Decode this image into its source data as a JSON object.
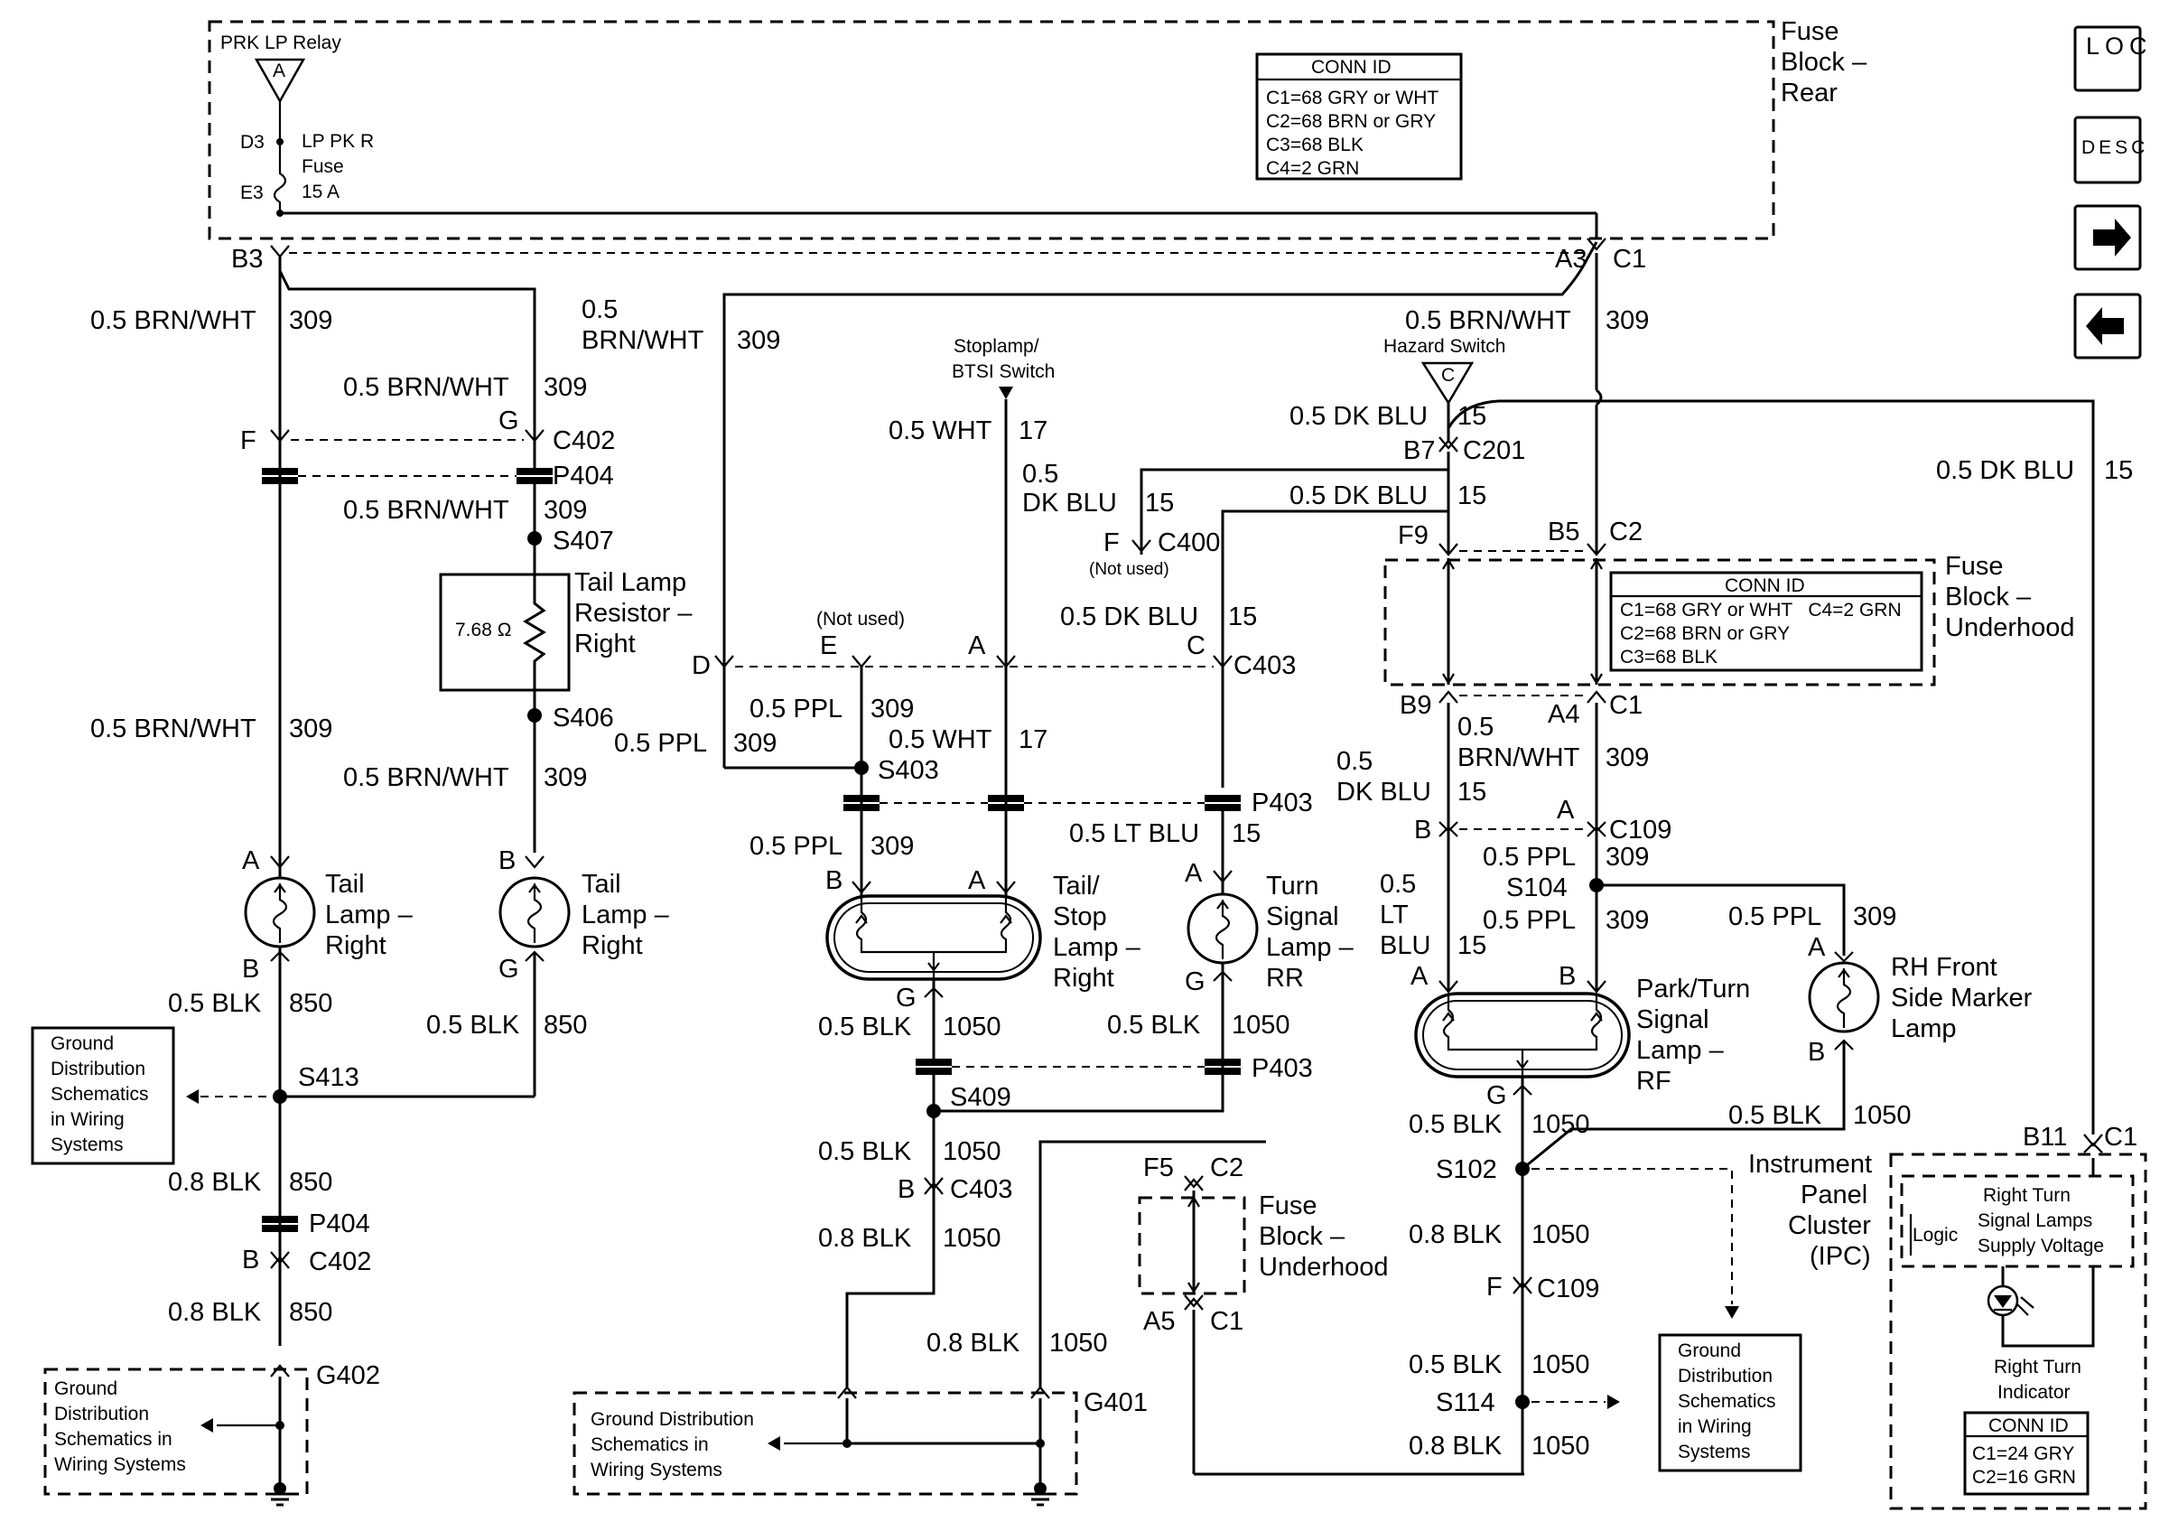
{
  "fuse_block_rear": {
    "name": [
      "Fuse",
      "Block –",
      "Rear"
    ],
    "relay": "PRK LP Relay",
    "relay_tag": "A",
    "fuse_name": [
      "LP PK R",
      "Fuse",
      "15 A"
    ],
    "fuse_pin_in": "D3",
    "fuse_pin_out": "E3",
    "conn_id_title": "CONN ID",
    "conn_id": [
      "C1=68 GRY or WHT",
      "C2=68 BRN or GRY",
      "C3=68 BLK",
      "C4=2 GRN"
    ]
  },
  "nav_icons": {
    "loc": "LOC",
    "desc": "DESC"
  },
  "fuse_block_underhood": {
    "name": [
      "Fuse",
      "Block –",
      "Underhood"
    ],
    "conn_id_title": "CONN ID",
    "conn_id": [
      "C1=68 GRY or WHT   C4=2 GRN",
      "C2=68 BRN or GRY",
      "C3=68 BLK"
    ]
  },
  "fuse_block_underhood_small": {
    "name": [
      "Fuse",
      "Block –",
      "Underhood"
    ],
    "pin_top": "F5",
    "conn_top": "C2",
    "pin_bottom": "A5",
    "conn_bottom": "C1"
  },
  "pins": {
    "b3": "B3",
    "a3": "A3",
    "c1": "C1",
    "f": "F",
    "g": "G",
    "c402": "C402",
    "p404": "P404",
    "s407": "S407",
    "s406": "S406",
    "tail_r1_a": "A",
    "tail_r1_b": "B",
    "tail_r2_b": "B",
    "tail_r2_g": "G",
    "s413": "S413",
    "p404_low": "P404",
    "b_c402": "B",
    "c402_low": "C402",
    "g402": "G402",
    "d": "D",
    "e": "E",
    "a_c403": "A",
    "c_c403": "C",
    "c403": "C403",
    "not_used_e": "(Not used)",
    "s403": "S403",
    "p403_top": "P403",
    "b_tail_stop": "B",
    "a_tail_stop": "A",
    "g_tail_stop": "G",
    "a_turn": "A",
    "g_turn": "G",
    "p403_low": "P403",
    "s409": "S409",
    "b_c403_low": "B",
    "c403_low": "C403",
    "g401": "G401",
    "f_c400": "F",
    "c400": "C400",
    "not_used_f": "(Not used)",
    "hazard_tag": "C",
    "b7": "B7",
    "c201": "C201",
    "f9": "F9",
    "b5": "B5",
    "c2": "C2",
    "b9": "B9",
    "a4": "A4",
    "c1_uh": "C1",
    "b_c109": "B",
    "a_c109": "A",
    "c109": "C109",
    "s104": "S104",
    "a_park": "A",
    "b_park": "B",
    "g_park": "G",
    "a_marker": "A",
    "b_marker": "B",
    "s102": "S102",
    "f_c109": "F",
    "c109_low": "C109",
    "s114": "S114",
    "b11": "B11",
    "c1_ipc": "C1"
  },
  "switches": {
    "stoplamp": [
      "Stoplamp/",
      "BTSI Switch"
    ],
    "hazard": "Hazard Switch"
  },
  "wires": {
    "w_brnwht_309_a": [
      "0.5 BRN/WHT",
      "309"
    ],
    "w_brnwht_309_b": [
      "0.5 BRN/WHT",
      "309"
    ],
    "w_brnwht_309_c": [
      "0.5 BRN/WHT",
      "309"
    ],
    "w_brnwht_309_d": [
      "0.5 BRN/WHT",
      "309"
    ],
    "w_brnwht_309_e": [
      "0.5 BRN/WHT",
      "309"
    ],
    "w_brnwht_309_f": [
      "0.5",
      "BRN/WHT",
      "309"
    ],
    "w_brnwht_309_g": [
      "0.5 BRN/WHT",
      "309"
    ],
    "w_brnwht_309_h": [
      "0.5",
      "BRN/WHT",
      "309"
    ],
    "w_blk850_a": [
      "0.5 BLK",
      "850"
    ],
    "w_blk850_b": [
      "0.5 BLK",
      "850"
    ],
    "w_blk850_c": [
      "0.8 BLK",
      "850"
    ],
    "w_blk850_d": [
      "0.8 BLK",
      "850"
    ],
    "w_ppl309_a": [
      "0.5 PPL",
      "309"
    ],
    "w_ppl309_b": [
      "0.5 PPL",
      "309"
    ],
    "w_ppl309_c": [
      "0.5 PPL",
      "309"
    ],
    "w_ppl309_d": [
      "0.5 PPL",
      "309"
    ],
    "w_ppl309_e": [
      "0.5 PPL",
      "309"
    ],
    "w_ppl309_f": [
      "0.5 PPL",
      "309"
    ],
    "w_wht17_a": [
      "0.5 WHT",
      "17"
    ],
    "w_wht17_b": [
      "0.5 WHT",
      "17"
    ],
    "w_dkblu15_a": [
      "0.5 DK BLU",
      "15"
    ],
    "w_dkblu15_b": [
      "0.5",
      "DK BLU",
      "15"
    ],
    "w_dkblu15_c": [
      "0.5 DK BLU",
      "15"
    ],
    "w_dkblu15_d": [
      "0.5 DK BLU",
      "15"
    ],
    "w_dkblu15_e": [
      "0.5",
      "DK BLU",
      "15"
    ],
    "w_dkblu15_f": [
      "0.5 DK BLU",
      "15"
    ],
    "w_ltblu15_a": [
      "0.5 LT BLU",
      "15"
    ],
    "w_ltblu15_b": [
      "0.5",
      "LT",
      "BLU",
      "15"
    ],
    "w_blk1050_a": [
      "0.5 BLK",
      "1050"
    ],
    "w_blk1050_b": [
      "0.5 BLK",
      "1050"
    ],
    "w_blk1050_c": [
      "0.5 BLK",
      "1050"
    ],
    "w_blk1050_d": [
      "0.8 BLK",
      "1050"
    ],
    "w_blk1050_e": [
      "0.8 BLK",
      "1050"
    ],
    "w_blk1050_f": [
      "0.5 BLK",
      "1050"
    ],
    "w_blk1050_g": [
      "0.5 BLK",
      "1050"
    ],
    "w_blk1050_h": [
      "0.8 BLK",
      "1050"
    ],
    "w_blk1050_i": [
      "0.5 BLK",
      "1050"
    ],
    "w_blk1050_j": [
      "0.8 BLK",
      "1050"
    ]
  },
  "components": {
    "resistor": [
      "Tail Lamp",
      "Resistor –",
      "Right"
    ],
    "resistor_value": "7.68 Ω",
    "tail_lamp_1": [
      "Tail",
      "Lamp –",
      "Right"
    ],
    "tail_lamp_2": [
      "Tail",
      "Lamp –",
      "Right"
    ],
    "tail_stop": [
      "Tail/",
      "Stop",
      "Lamp –",
      "Right"
    ],
    "turn_rr": [
      "Turn",
      "Signal",
      "Lamp –",
      "RR"
    ],
    "park_turn": [
      "Park/Turn",
      "Signal",
      "Lamp –",
      "RF"
    ],
    "marker": [
      "RH Front",
      "Side Marker",
      "Lamp"
    ]
  },
  "grounds": {
    "ref_left": [
      "Ground",
      "Distribution",
      "Schematics",
      "in Wiring",
      "Systems"
    ],
    "ref_g402": [
      "Ground",
      "Distribution",
      "Schematics in",
      "Wiring Systems"
    ],
    "ref_g401": [
      "Ground Distribution",
      "Schematics in",
      "Wiring Systems"
    ],
    "ref_right": [
      "Ground",
      "Distribution",
      "Schematics",
      "in Wiring",
      "Systems"
    ]
  },
  "ipc": {
    "name": [
      "Instrument",
      "Panel",
      "Cluster",
      "(IPC)"
    ],
    "logic": "Logic",
    "supply": [
      "Right Turn",
      "Signal Lamps",
      "Supply Voltage"
    ],
    "indicator": [
      "Right Turn",
      "Indicator"
    ],
    "conn_id_title": "CONN ID",
    "conn_id": [
      "C1=24 GRY",
      "C2=16 GRN"
    ]
  }
}
